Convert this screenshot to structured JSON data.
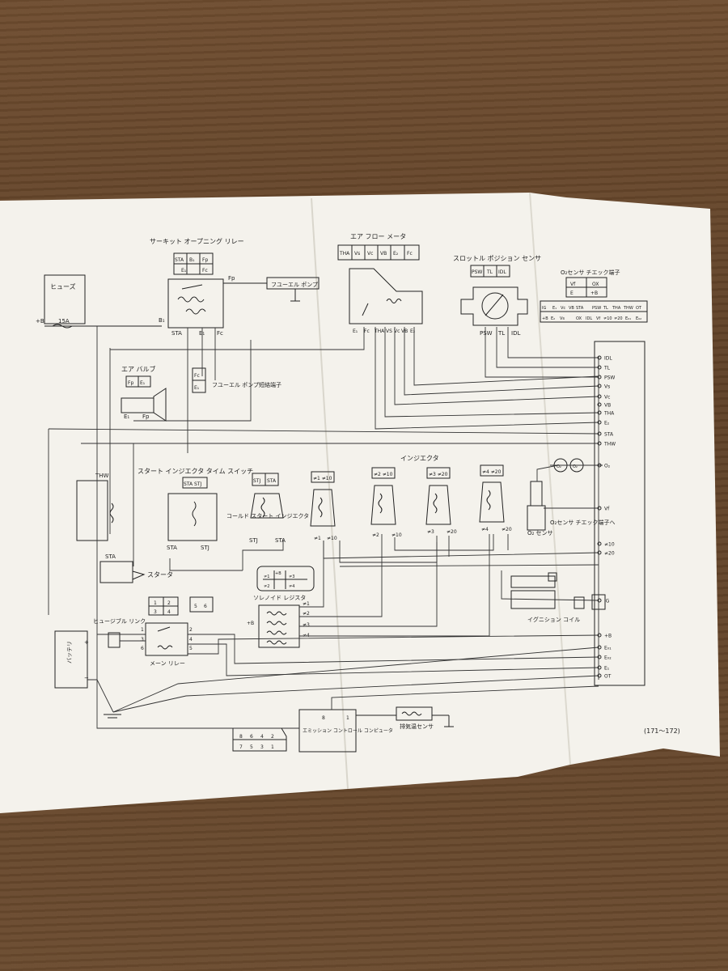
{
  "labels": {
    "fuse": "ヒューズ",
    "fuse_rating": "15A",
    "plus_b": "+B",
    "b1": "B₁",
    "circuit_opening_relay": "サーキット オープニング リレー",
    "cor_pins": [
      "STA",
      "B₁",
      "Fp",
      "E₁",
      "Fc"
    ],
    "cor_terminals": [
      "STA",
      "E₁",
      "Fc"
    ],
    "fp": "Fp",
    "fuel_pump": "フユーエル ポンプ",
    "air_flow_meter": "エア フロー メータ",
    "afm_pins": [
      "THA",
      "Vs",
      "Vc",
      "VB",
      "E₂",
      "Fc"
    ],
    "afm_terminals": [
      "E₁",
      "Fc",
      "THA",
      "VS",
      "Vc",
      "VB",
      "E₂"
    ],
    "throttle_position_sensor": "スロットル ポジション センサ",
    "tps_pins": [
      "PSW",
      "TL",
      "IDL"
    ],
    "tps_terminals": [
      "PSW",
      "TL",
      "IDL"
    ],
    "o2_check_terminal": "O₂センサ チエック端子",
    "o2_check_pins": [
      "Vf",
      "OX",
      "E",
      "+B"
    ],
    "ecu_connector_row1": [
      "IG",
      "E₁",
      "Vc",
      "VB",
      "STA",
      "PSW",
      "TL",
      "THA",
      "THW",
      "OT"
    ],
    "ecu_connector_row2": [
      "+B",
      "E₂",
      "Vs",
      "OX",
      "IDL",
      "Vf",
      "≠10",
      "≠20",
      "E₀₁",
      "E₀₂"
    ],
    "air_valve": "エア バルブ",
    "air_valve_pins": [
      "Fp",
      "E₁"
    ],
    "fuel_pump_short": "フユーエル ポンプ短絡端子",
    "fuel_pump_short_pins": [
      "Fc",
      "E₁"
    ],
    "e1": "E₁",
    "fp2": "Fp",
    "thw": "THW",
    "start_injector_time_switch": "スタート インジエクタ タイム スイッチ",
    "stj_sta": "STA STJ",
    "stj_pins": [
      "STJ",
      "STA"
    ],
    "cold_start_injector": "コールド スタート インジエクタ",
    "sta": "STA",
    "stj": "STJ",
    "injectors": "インジエクタ",
    "inj_pins": [
      "≠1 ≠10",
      "≠2 ≠10",
      "≠3 ≠20",
      "≠4 ≠20"
    ],
    "inj_terms": [
      "≠1",
      "≠10",
      "≠2",
      "≠10",
      "≠3",
      "≠20",
      "≠4",
      "≠20"
    ],
    "o2_sensor": "O₂ センサ",
    "o2_pins": [
      "O₂",
      "O₂"
    ],
    "to_o2_check": "O₂センサ チエック端子へ",
    "starter": "スタータ",
    "sta_label": "STA",
    "solenoid_resistor": "ソレノイド レジスタ",
    "sr_pins": [
      "≠1",
      "+B",
      "≠3",
      "≠2",
      "≠4"
    ],
    "sr_terms": [
      "≠1",
      "≠2",
      "≠3",
      "≠4"
    ],
    "fusible_link": "ヒュージブル リンク",
    "battery": "バッテリ",
    "plus": "+",
    "minus": "−",
    "main_relay": "メーン リレー",
    "mr_pins": [
      "1",
      "2",
      "3",
      "4"
    ],
    "mr_pins2": [
      "5",
      "6"
    ],
    "mr_terms_left": [
      "1",
      "3",
      "6"
    ],
    "mr_terms_right": [
      "2",
      "4",
      "5"
    ],
    "ignition_coil": "イグニション コイル",
    "emission_control_computer": "エミッション コントロール コンピュータ",
    "ecc_pins": [
      "8",
      "1"
    ],
    "exhaust_temp_sensor": "排気温センサ",
    "bottom_connector": [
      "8",
      "6",
      "4",
      "2",
      "7",
      "5",
      "3",
      "1"
    ],
    "ecu_terminals": [
      "IDL",
      "TL",
      "PSW",
      "Vs",
      "Vc",
      "VB",
      "THA",
      "E₂",
      "STA",
      "THW",
      "O₂",
      "Vf",
      "≠10",
      "≠20",
      "IG",
      "+B",
      "E₀₁",
      "E₀₂",
      "E₁",
      "OT"
    ],
    "page_number": "(171〜172)"
  }
}
